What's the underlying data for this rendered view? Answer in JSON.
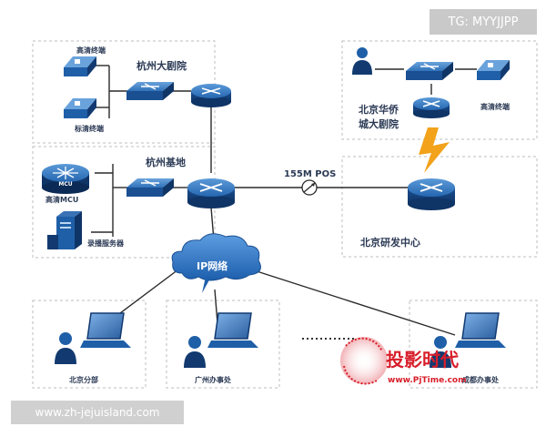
{
  "watermark_top": "TG: MYYJJPP",
  "watermark_bottom": "www.zh-jejuisland.com",
  "sites": {
    "hangzhou_theater": "杭州大剧院",
    "hangzhou_base": "杭州基地",
    "beijing_huaqiao": [
      "北京华侨",
      "城大剧院"
    ],
    "beijing_rd": "北京研发中心"
  },
  "devices": {
    "hd_terminal_1": "高清终端",
    "sd_terminal": "标清终端",
    "hd_mcu": "高清MCU",
    "recording_server": "录播服务器",
    "hd_terminal_beijing": "高清终端",
    "mcu_icon_text": "MCU"
  },
  "links": {
    "pos": "155M POS",
    "ip_network": "IP网络"
  },
  "offices": {
    "beijing": "北京分部",
    "guangzhou": "广州办事处",
    "chengdu": "成都办事处"
  },
  "logo": {
    "cn": "投影时代",
    "url": "www.PjTime.com"
  },
  "colors": {
    "router_blue": "#1f5fa8",
    "dark_blue": "#123a70",
    "line": "#2a2a2a",
    "dash_border": "#b8b8b8",
    "bolt": "#f2a21b",
    "logo_red": "#d81e2a"
  }
}
